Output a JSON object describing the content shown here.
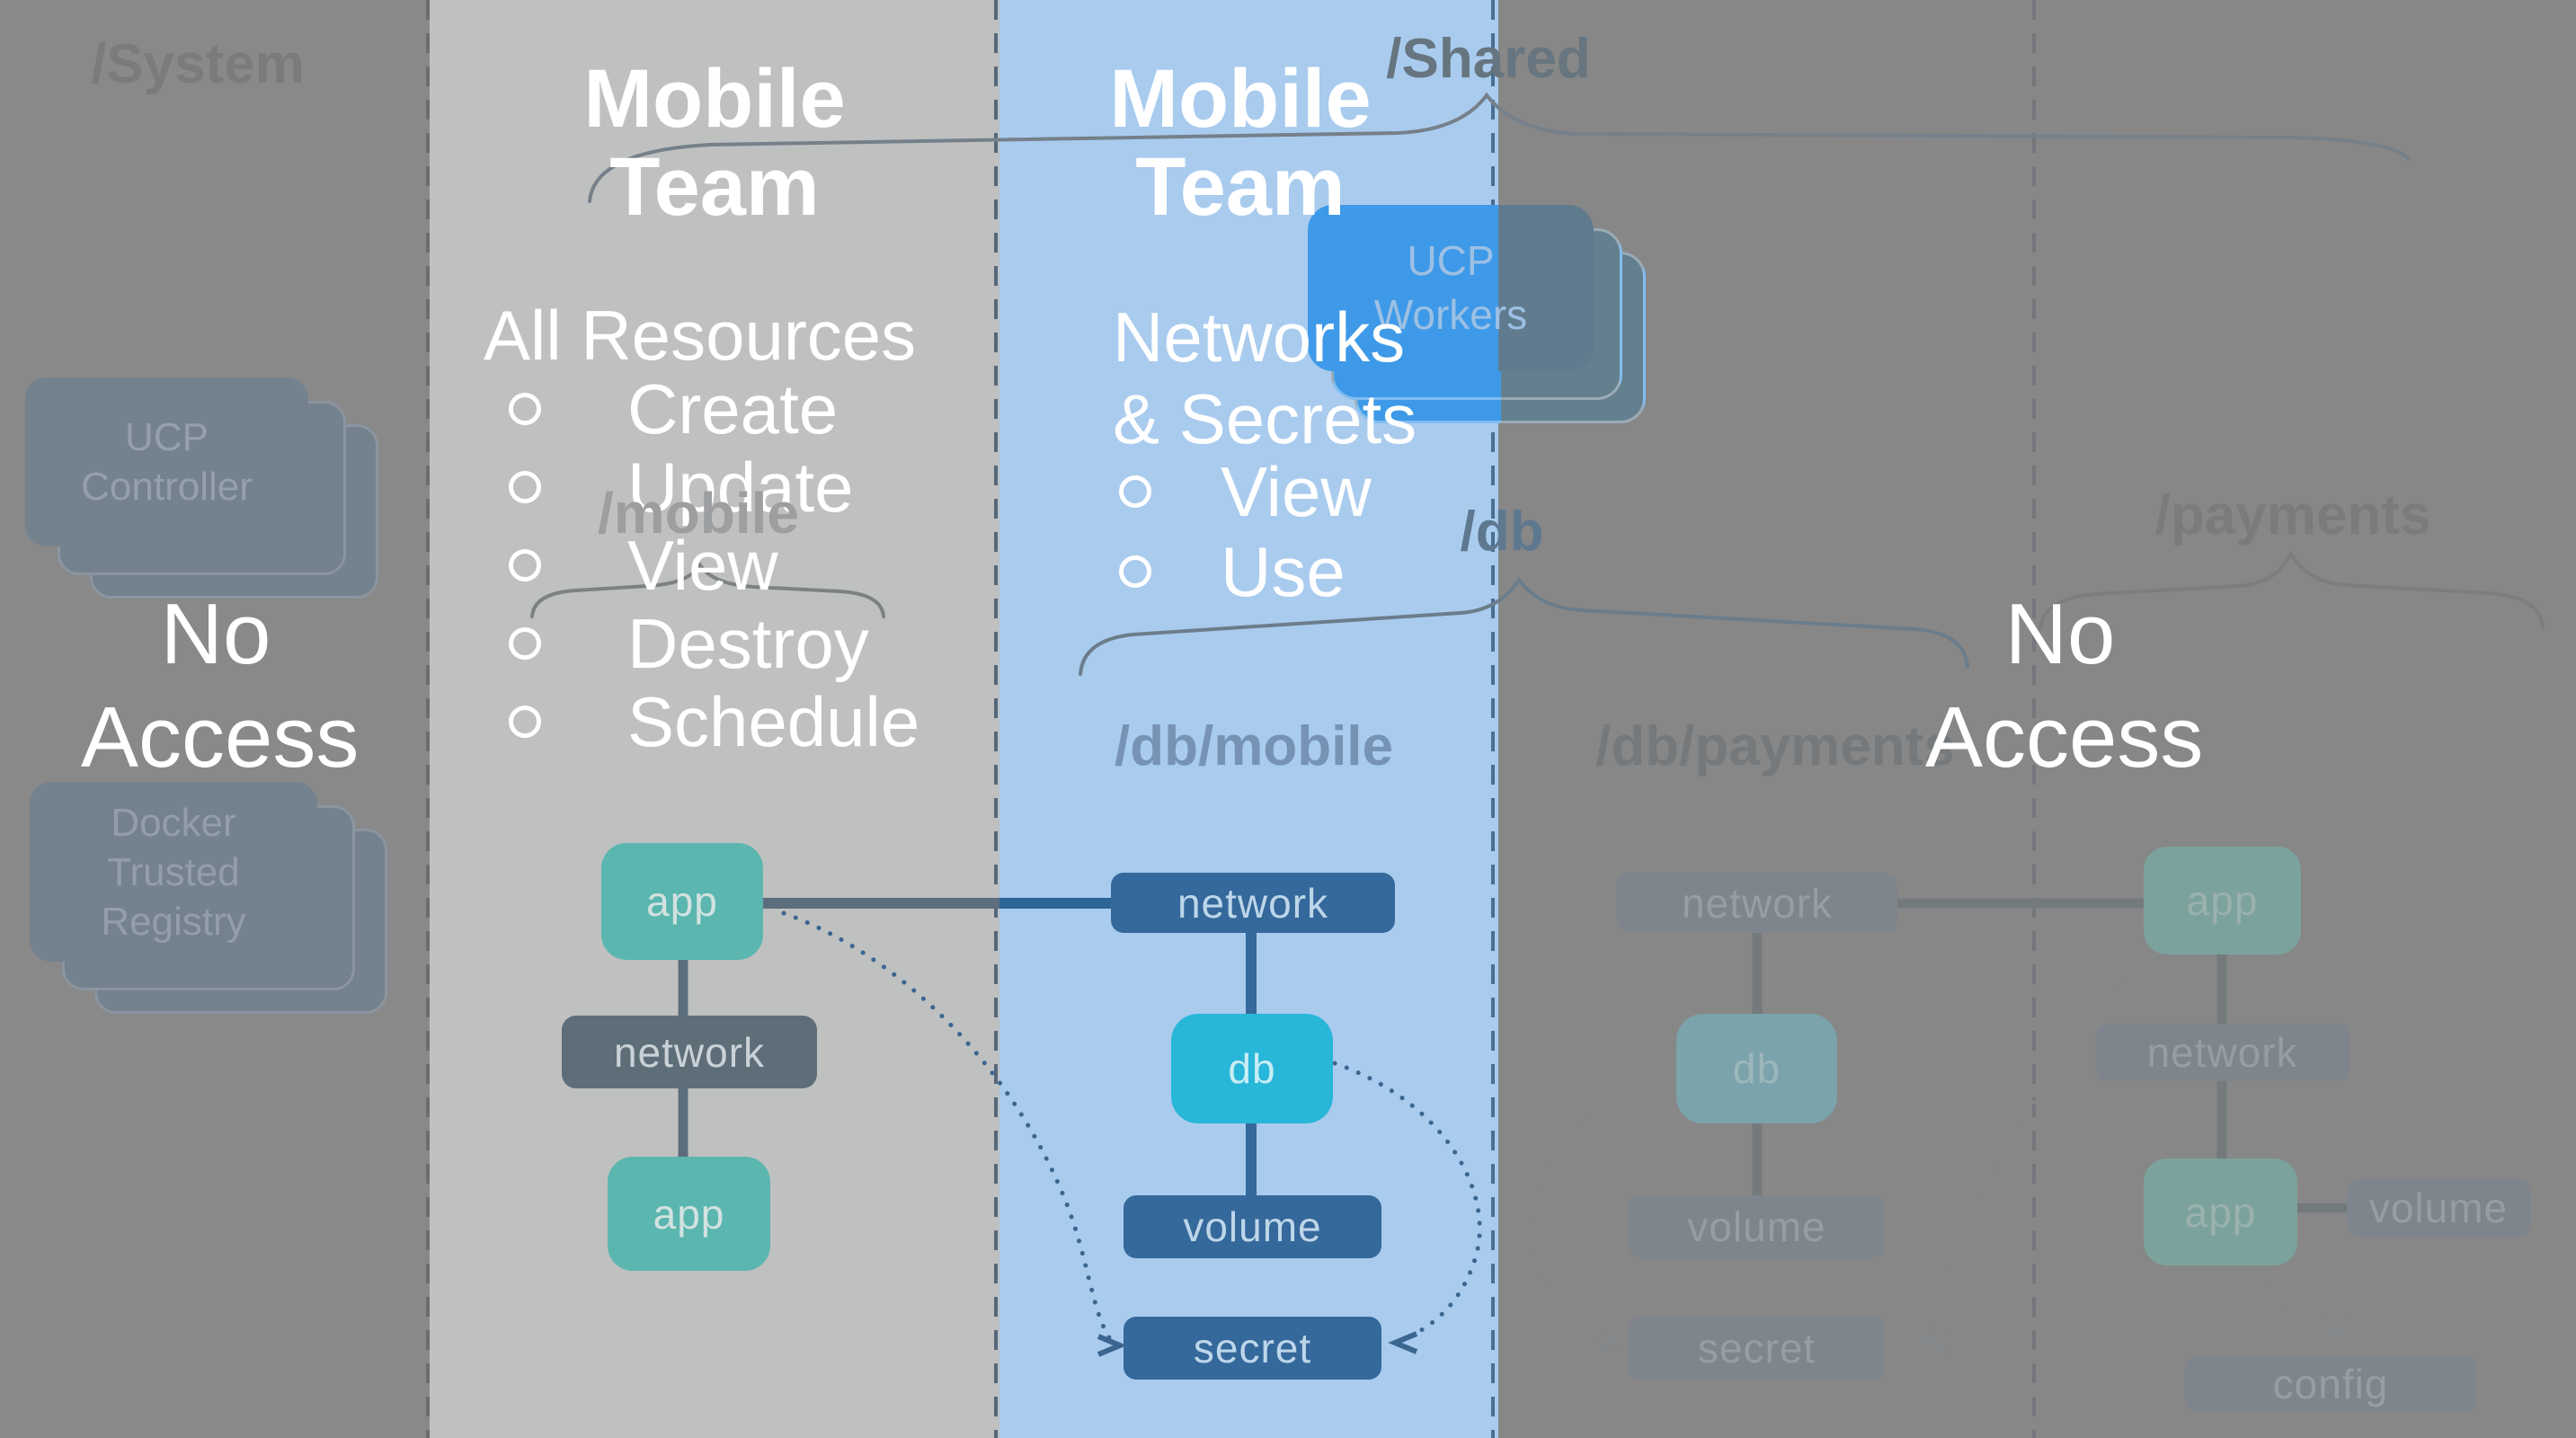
{
  "diagram_title_semantic": "Docker UCP collections and grants access diagram",
  "panels": {
    "system": {
      "collection_label": "/System",
      "access_text": "No Access",
      "boxes": {
        "ucp_controller": "UCP Controller",
        "dtr": "Docker Trusted Registry"
      }
    },
    "mobile_full": {
      "team_label": "Mobile Team",
      "heading": "All Resources",
      "permissions": [
        "Create",
        "Update",
        "View",
        "Destroy",
        "Schedule"
      ],
      "collection_label": "/mobile",
      "boxes": {
        "app1": "app",
        "network": "network",
        "app2": "app"
      }
    },
    "mobile_limited": {
      "team_label": "Mobile Team",
      "heading": "Networks & Secrets",
      "permissions": [
        "View",
        "Use"
      ],
      "shared_label": "/Shared",
      "parent_collection_label": "/db",
      "collection_label": "/db/mobile",
      "ucp_workers": "UCP Workers",
      "boxes": {
        "network": "network",
        "db": "db",
        "volume": "volume",
        "secret": "secret"
      }
    },
    "payments": {
      "collection_label": "/payments",
      "db_collection_label": "/db/payments",
      "access_text": "No Access",
      "boxes_db": {
        "network": "network",
        "db": "db",
        "volume": "volume",
        "secret": "secret"
      },
      "boxes_app": {
        "app1": "app",
        "network": "network",
        "app2": "app",
        "volume": "volume",
        "config": "config"
      }
    }
  },
  "colors": {
    "panel_system_bg": "#898989",
    "panel_mobile_full_bg": "#bfc0c0",
    "panel_mobile_limited_bg": "#a9cbee",
    "panel_payments_bg": "#878787",
    "teal_app": "#5bb6af",
    "slate_network": "#5e6e79",
    "dark_blue_resource": "#35689b",
    "cyan_db": "#28b6d9",
    "bright_blue_workers": "#3e9ae8",
    "muted_stack": "#74828e",
    "muted_box": "#7e858c",
    "muted_app": "#7ca29d",
    "muted_db": "#7ba3ab"
  }
}
